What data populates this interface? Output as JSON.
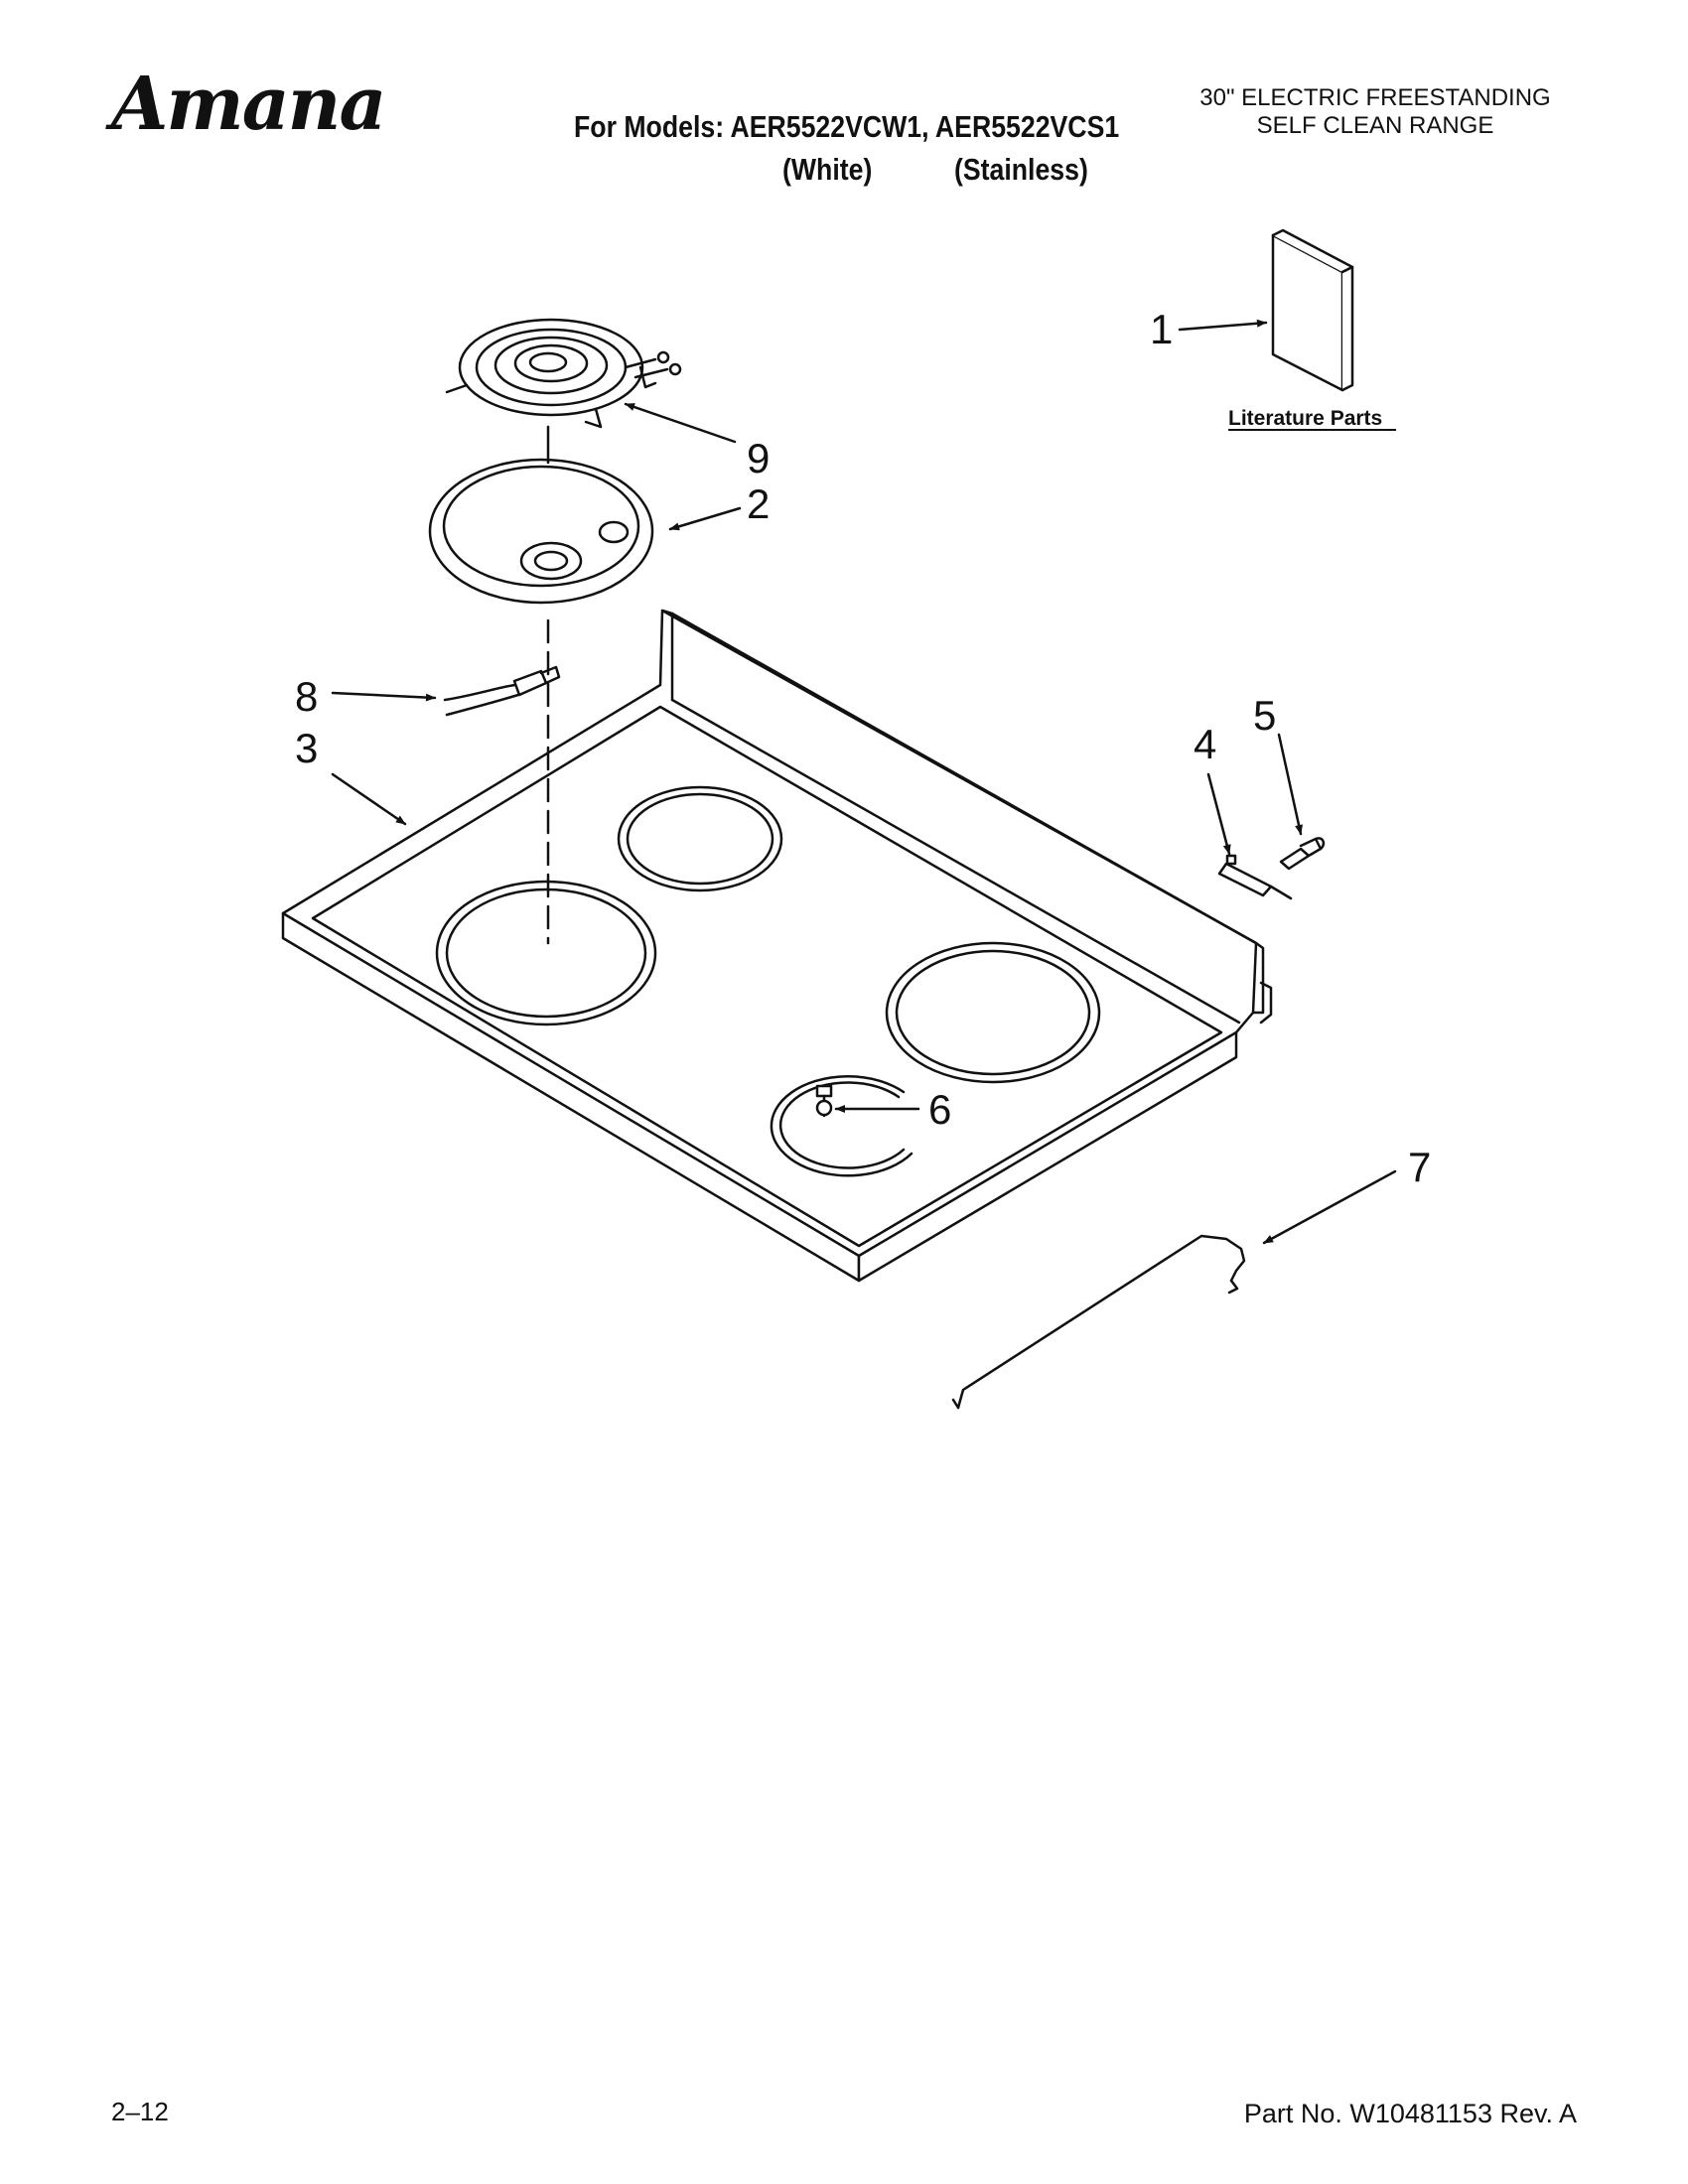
{
  "header": {
    "brand": "Amana",
    "models_line": "For Models: AER5522VCW1, AER5522VCS1",
    "variant_white": "(White)",
    "variant_stainless": "(Stainless)",
    "product_line1": "30\" ELECTRIC FREESTANDING",
    "product_line2": "SELF CLEAN RANGE"
  },
  "callouts": {
    "c1": "1",
    "c2": "2",
    "c3": "3",
    "c4": "4",
    "c5": "5",
    "c6": "6",
    "c7": "7",
    "c8": "8",
    "c9": "9"
  },
  "literature_label": "Literature Parts",
  "footer": {
    "page_code": "2–12",
    "part_number": "Part No. W10481153 Rev. A"
  }
}
